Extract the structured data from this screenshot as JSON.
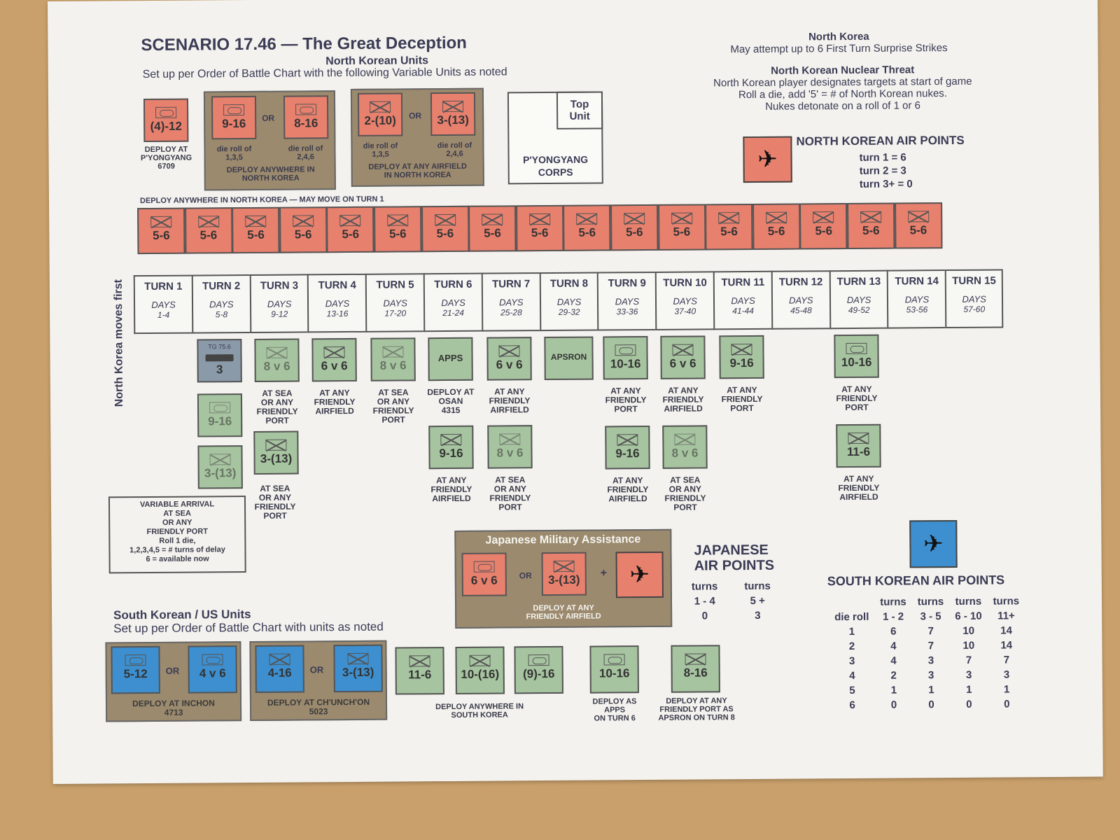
{
  "title": "SCENARIO 17.46 — The Great Deception",
  "nk": {
    "heading": "North Korean Units",
    "sub": "Set up per Order of Battle Chart with the following Variable Units as noted",
    "strikes_title": "North Korea",
    "strikes_text": "May attempt up to 6 First Turn Surprise Strikes",
    "nuke_title": "North Korean Nuclear Threat",
    "nuke_lines": [
      "North Korean player designates targets at start of game",
      "Roll a die, add '5' = # of North Korean nukes.",
      "Nukes detonate on a roll of 1 or 6"
    ],
    "air_title": "NORTH KOREAN AIR POINTS",
    "air_lines": [
      "turn 1 = 6",
      "turn 2 = 3",
      "turn 3+ = 0"
    ],
    "pyong_counter": "(4)-12",
    "pyong_note": [
      "DEPLOY AT",
      "P'YONGYANG",
      "6709"
    ],
    "group1": {
      "a": "9-16",
      "b": "8-16",
      "or": "OR",
      "roll_a": [
        "die roll of",
        "1,3,5"
      ],
      "roll_b": [
        "die roll of",
        "2,4,6"
      ],
      "deploy": [
        "DEPLOY ANYWHERE IN",
        "NORTH KOREA"
      ]
    },
    "group2": {
      "a": "2-(10)",
      "b": "3-(13)",
      "or": "OR",
      "roll_a": [
        "die roll of",
        "1,3,5"
      ],
      "roll_b": [
        "die roll of",
        "2,4,6"
      ],
      "deploy": [
        "DEPLOY AT ANY AIRFIELD",
        "IN NORTH KOREA"
      ]
    },
    "top_unit": [
      "Top",
      "Unit"
    ],
    "corps": [
      "P'YONGYANG",
      "CORPS"
    ],
    "row_label": "DEPLOY ANYWHERE IN NORTH KOREA — MAY MOVE ON TURN 1",
    "row_value": "5-6"
  },
  "moves_first": "North Korea moves first",
  "turns": [
    {
      "t": "TURN 1",
      "d": "1-4"
    },
    {
      "t": "TURN 2",
      "d": "5-8"
    },
    {
      "t": "TURN 3",
      "d": "9-12"
    },
    {
      "t": "TURN 4",
      "d": "13-16"
    },
    {
      "t": "TURN 5",
      "d": "17-20"
    },
    {
      "t": "TURN 6",
      "d": "21-24"
    },
    {
      "t": "TURN 7",
      "d": "25-28"
    },
    {
      "t": "TURN 8",
      "d": "29-32"
    },
    {
      "t": "TURN 9",
      "d": "33-36"
    },
    {
      "t": "TURN 10",
      "d": "37-40"
    },
    {
      "t": "TURN 11",
      "d": "41-44"
    },
    {
      "t": "TURN 12",
      "d": "45-48"
    },
    {
      "t": "TURN 13",
      "d": "49-52"
    },
    {
      "t": "TURN 14",
      "d": "53-56"
    },
    {
      "t": "TURN 15",
      "d": "57-60"
    }
  ],
  "days_label": "DAYS",
  "reinf": {
    "tg": "TG 75.6",
    "tg_val": "3",
    "v1": "9-16",
    "v2": "3-(13)",
    "t3a": "8 v 6",
    "t3b": "3-(13)",
    "t4": "6 v 6",
    "t5": "8 v 6",
    "t6": "APPS",
    "t6b": "9-16",
    "t7": "6 v 6",
    "t7b": "8 v 6",
    "t8": "APSRON",
    "t9": "10-16",
    "t9b": "9-16",
    "t10": "6 v 6",
    "t10b": "8 v 6",
    "t11": "9-16",
    "t13": "10-16",
    "t13b": "11-6",
    "sea": [
      "AT SEA",
      "OR ANY",
      "FRIENDLY",
      "PORT"
    ],
    "air": [
      "AT ANY",
      "FRIENDLY",
      "AIRFIELD"
    ],
    "port": [
      "AT ANY",
      "FRIENDLY",
      "PORT"
    ],
    "osan": [
      "DEPLOY AT",
      "OSAN",
      "4315"
    ],
    "variable": [
      "VARIABLE ARRIVAL",
      "AT SEA",
      "OR ANY",
      "FRIENDLY PORT",
      "Roll 1 die,",
      "1,2,3,4,5 = # turns of delay",
      "6 = available now"
    ]
  },
  "japan": {
    "title": "Japanese Military Assistance",
    "a": "6 v 6",
    "b": "3-(13)",
    "or": "OR",
    "plus": "+",
    "deploy": [
      "DEPLOY AT ANY",
      "FRIENDLY AIRFIELD"
    ],
    "air_title": [
      "JAPANESE",
      "AIR POINTS"
    ],
    "cols": [
      "turns",
      "turns"
    ],
    "ranges": [
      "1 - 4",
      "5 +"
    ],
    "vals": [
      "0",
      "3"
    ]
  },
  "sk": {
    "heading": "South Korean / US Units",
    "sub": "Set up per Order of Battle Chart with units as noted",
    "g1": {
      "a": "5-12",
      "b": "4 v 6",
      "or": "OR",
      "deploy": [
        "DEPLOY AT INCHON",
        "4713"
      ]
    },
    "g2": {
      "a": "4-16",
      "b": "3-(13)",
      "or": "OR",
      "deploy": [
        "DEPLOY AT CH'UNCH'ON",
        "5023"
      ]
    },
    "any": [
      "11-6",
      "10-(16)",
      "(9)-16"
    ],
    "any_note": [
      "DEPLOY ANYWHERE IN",
      "SOUTH KOREA"
    ],
    "apps": "10-16",
    "apps_note": [
      "DEPLOY AS",
      "APPS",
      "ON TURN 6"
    ],
    "apsron": "8-16",
    "apsron_note": [
      "DEPLOY AT ANY",
      "FRIENDLY PORT AS",
      "APSRON ON TURN 8"
    ],
    "air_title": "SOUTH KOREAN AIR POINTS",
    "air_head": [
      "turns",
      "turns",
      "turns",
      "turns"
    ],
    "air_cols": [
      "die roll",
      "1 - 2",
      "3 - 5",
      "6 - 10",
      "11+"
    ],
    "air_rows": [
      [
        "1",
        "6",
        "7",
        "10",
        "14"
      ],
      [
        "2",
        "4",
        "7",
        "10",
        "14"
      ],
      [
        "3",
        "4",
        "3",
        "7",
        "7"
      ],
      [
        "4",
        "2",
        "3",
        "3",
        "3"
      ],
      [
        "5",
        "1",
        "1",
        "1",
        "1"
      ],
      [
        "6",
        "0",
        "0",
        "0",
        "0"
      ]
    ]
  },
  "colors": {
    "nk": "#e8806e",
    "sk_green": "#a7c4a0",
    "sk_blue": "#3d8fcf",
    "tan": "#9c8a6e"
  }
}
